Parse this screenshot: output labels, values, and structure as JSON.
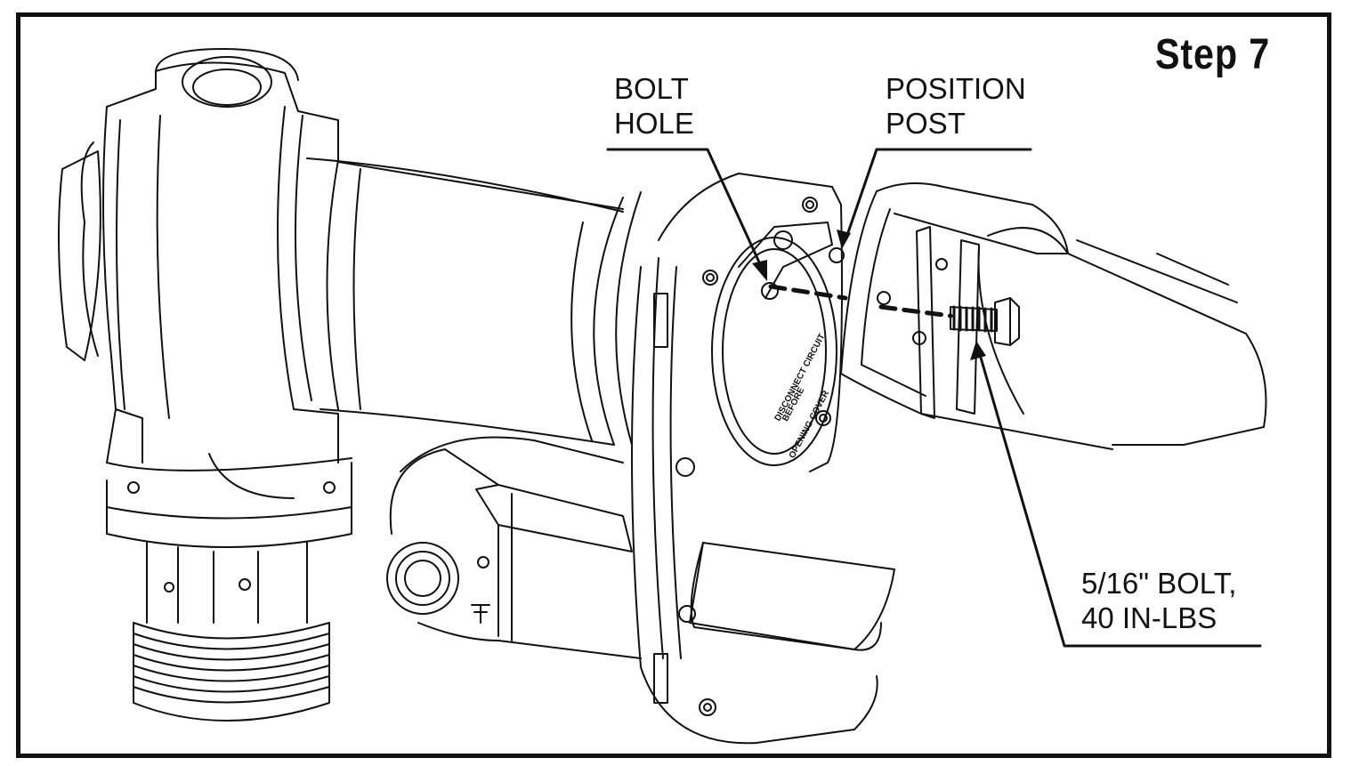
{
  "step_title": "Step 7",
  "callouts": {
    "bolt_hole": {
      "line1": "BOLT",
      "line2": "HOLE"
    },
    "position_post": {
      "line1": "POSITION",
      "line2": "POST"
    },
    "bolt_spec": {
      "line1": "5/16\" BOLT,",
      "line2": "40 IN-LBS"
    }
  },
  "cover_text": {
    "line1": "DISCONNECT CIRCUIT",
    "line2": "BEFORE",
    "line3": "OPENING COVER"
  },
  "colors": {
    "line": "#111111",
    "background": "#ffffff"
  }
}
